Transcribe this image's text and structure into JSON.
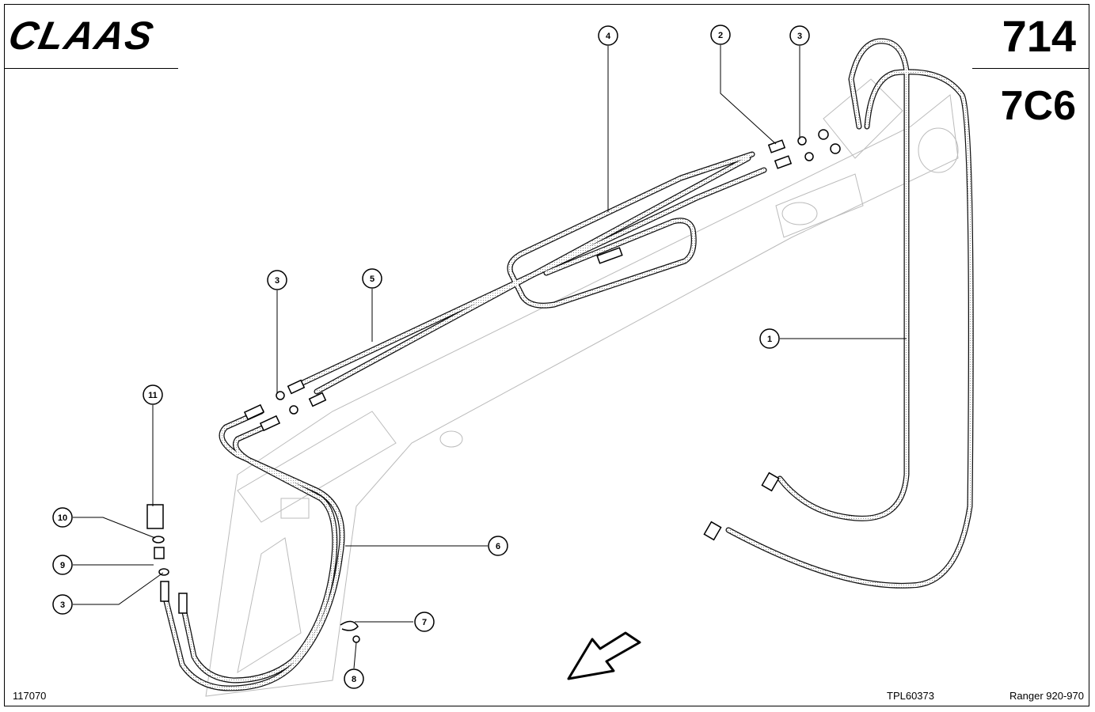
{
  "header": {
    "brand": "CLAAS",
    "page_number": "714",
    "section_code": "7C6"
  },
  "footer": {
    "figure_id": "117070",
    "drawing_ref": "TPL60373",
    "model": "Ranger 920-970"
  },
  "callouts": [
    "4",
    "2",
    "3",
    "3",
    "5",
    "1",
    "11",
    "10",
    "9",
    "3",
    "6",
    "7",
    "8"
  ]
}
